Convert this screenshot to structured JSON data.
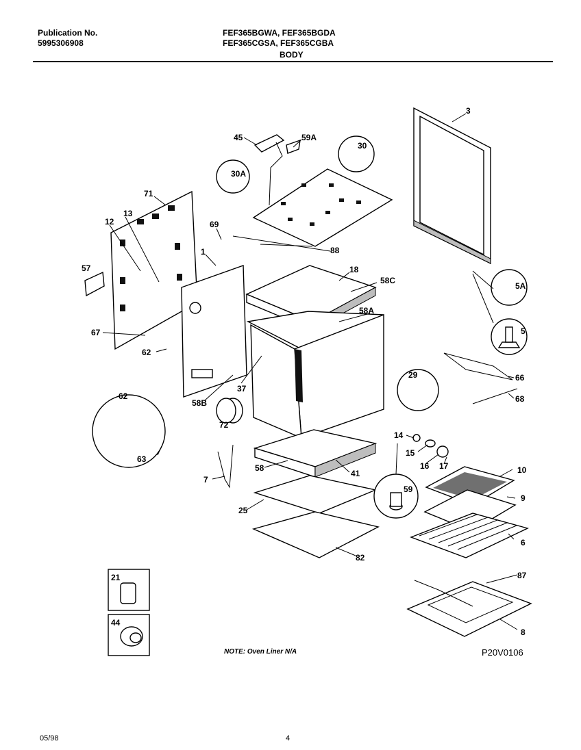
{
  "header": {
    "publication_label": "Publication No.",
    "publication_number": "5995306908",
    "models_line1": "FEF365BGWA, FEF365BGDA",
    "models_line2": "FEF365CGSA, FEF365CGBA",
    "section": "BODY"
  },
  "callouts": [
    "3",
    "45",
    "59A",
    "30",
    "30A",
    "71",
    "13",
    "12",
    "69",
    "1",
    "88",
    "18",
    "58C",
    "57",
    "58A",
    "5A",
    "67",
    "5",
    "62",
    "58B",
    "37",
    "29",
    "66",
    "68",
    "62",
    "72",
    "63",
    "14",
    "15",
    "16",
    "17",
    "10",
    "7",
    "58",
    "41",
    "59",
    "9",
    "25",
    "6",
    "82",
    "87",
    "21",
    "8",
    "44"
  ],
  "note": "NOTE: Oven Liner N/A",
  "diagram_code": "P20V0106",
  "footer": {
    "date": "05/98",
    "page": "4"
  }
}
